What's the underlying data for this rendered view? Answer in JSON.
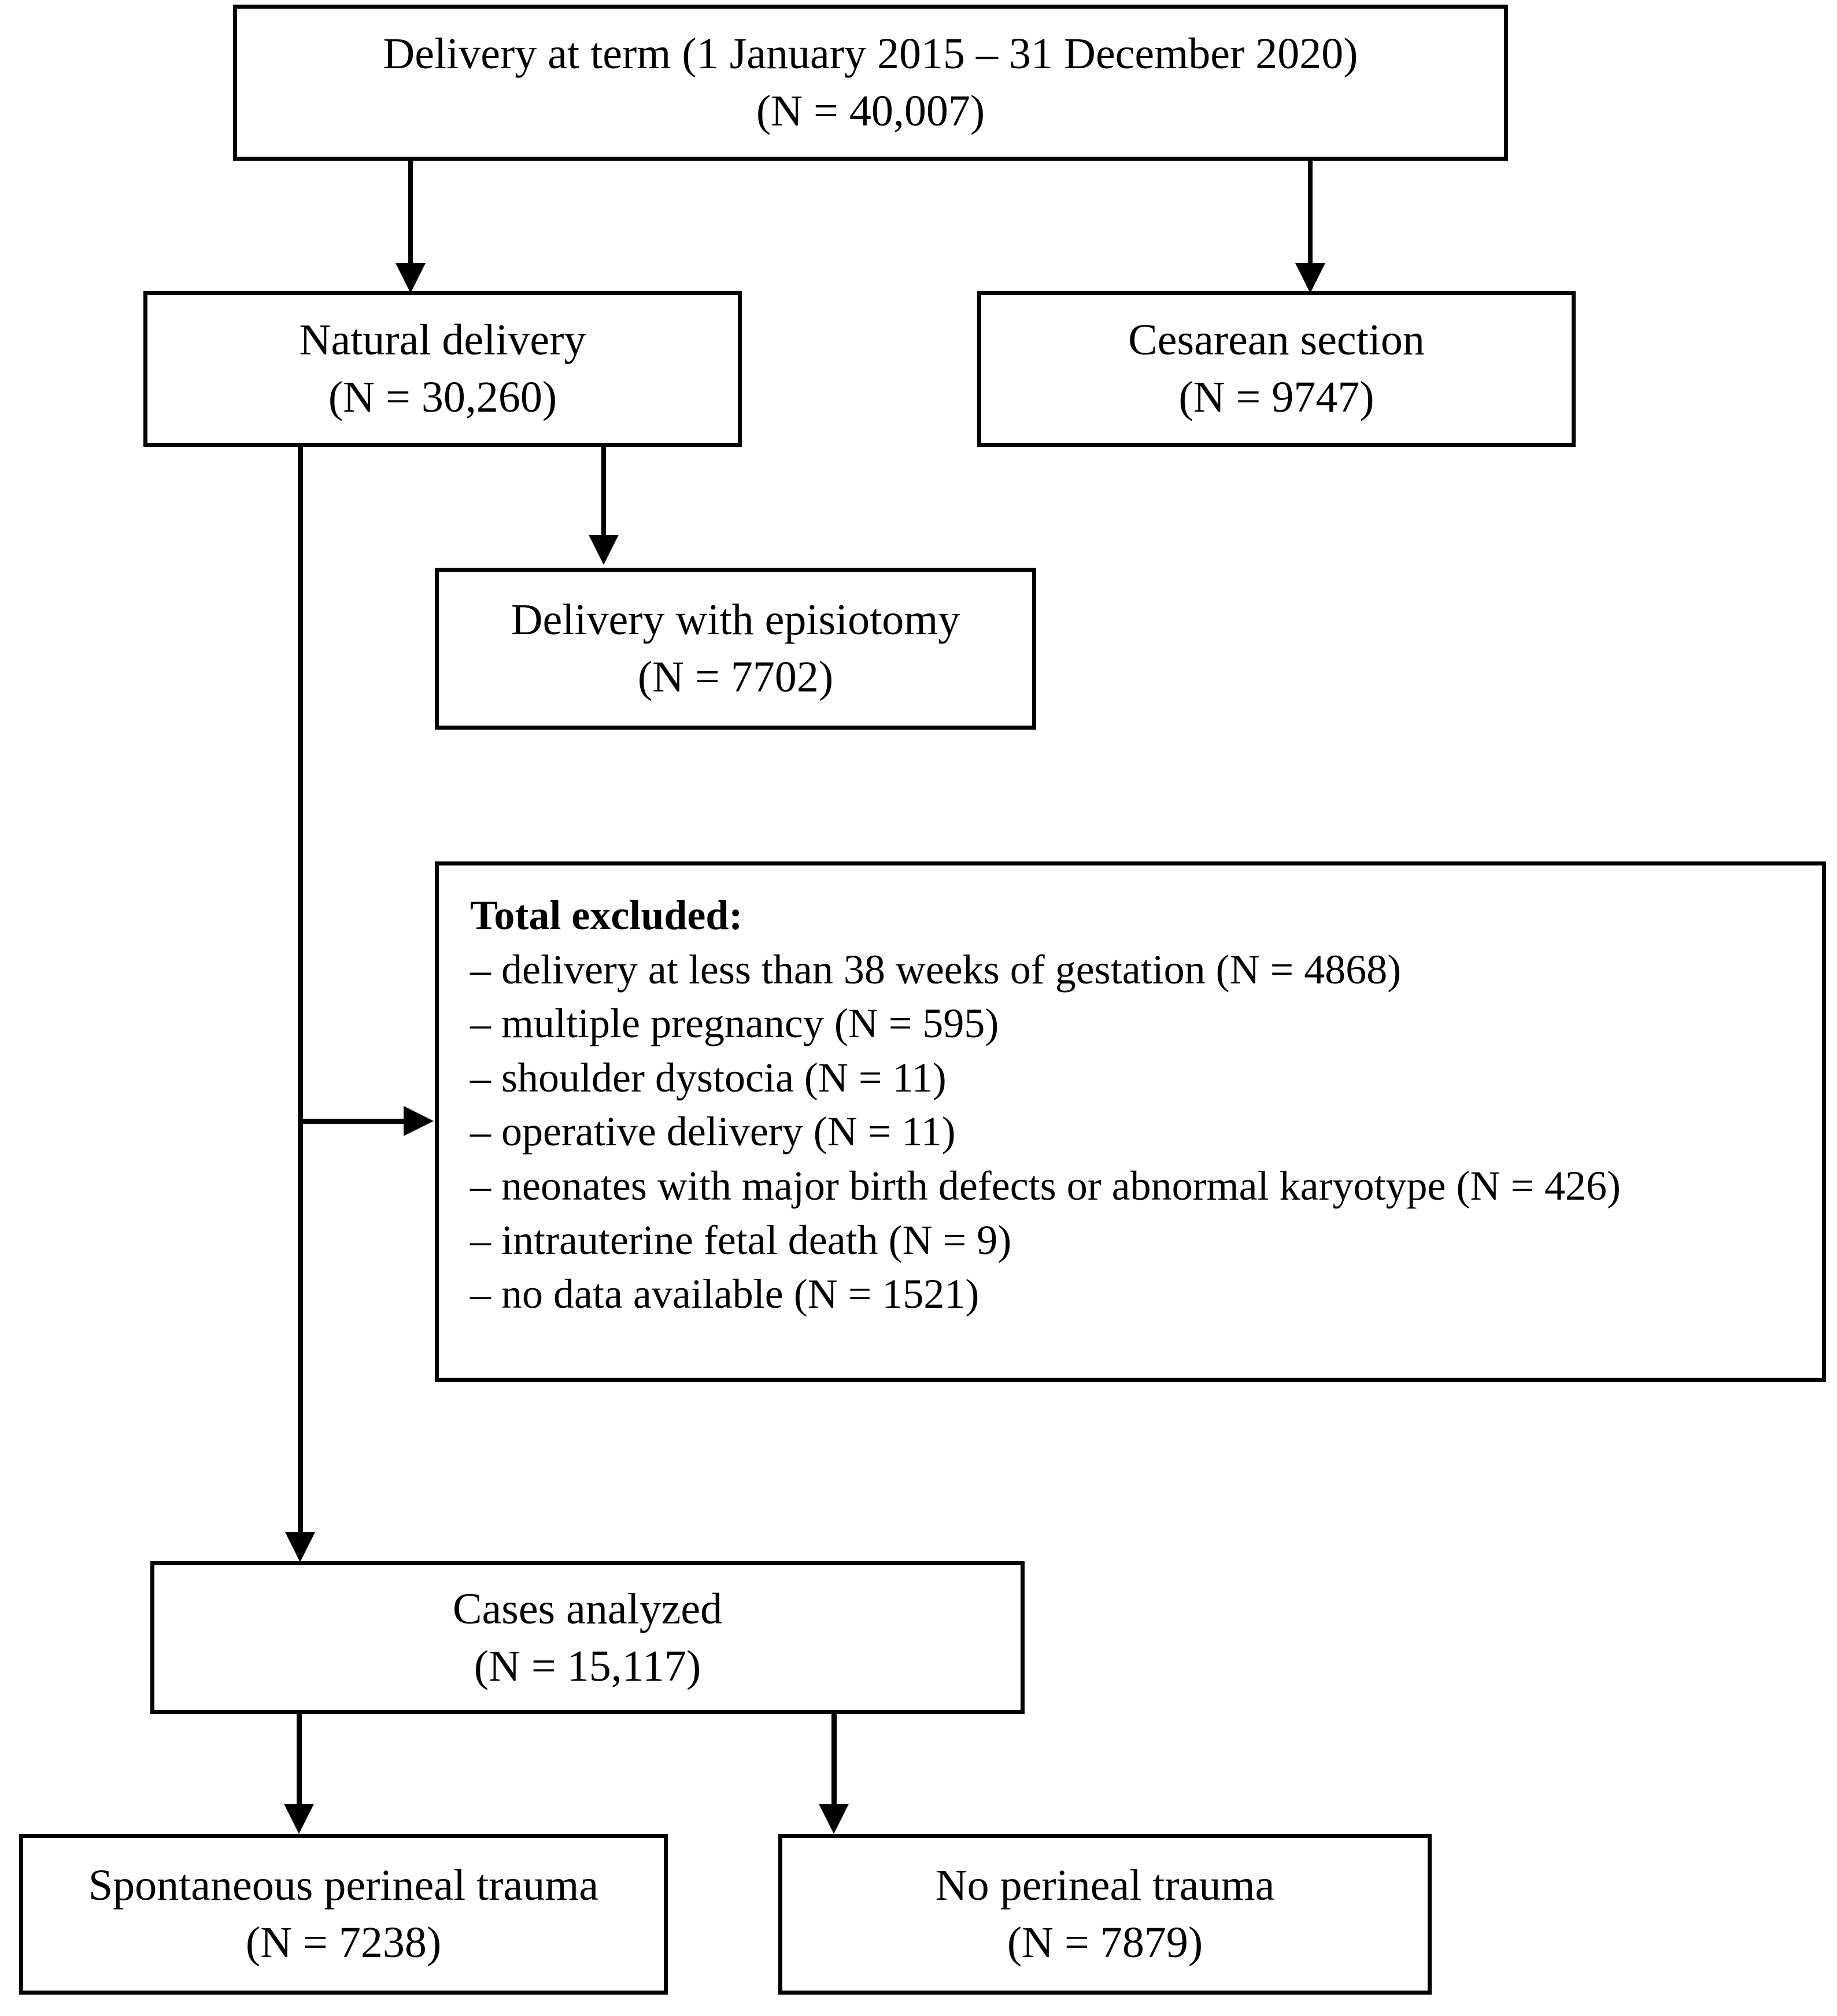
{
  "diagram": {
    "title": "Study flow diagram of delivery cohort",
    "type": "flowchart",
    "nodes": {
      "delivery_at_term": {
        "line1": "Delivery at term (1 January 2015 – 31 December  2020)",
        "line2": "(N = 40,007)"
      },
      "natural_delivery": {
        "line1": "Natural delivery",
        "line2": "(N = 30,260)"
      },
      "cesarean_section": {
        "line1": "Cesarean section",
        "line2": "(N = 9747)"
      },
      "delivery_with_episiotomy": {
        "line1": "Delivery with episiotomy",
        "line2": "(N = 7702)"
      },
      "total_excluded": {
        "title": "Total excluded:",
        "items": [
          "– delivery at less than 38 weeks of gestation (N = 4868)",
          "– multiple pregnancy (N = 595)",
          "– shoulder dystocia (N = 11)",
          "– operative delivery (N = 11)",
          "– neonates with major birth defects or abnormal karyotype (N = 426)",
          "– intrauterine fetal death (N = 9)",
          "– no data available (N = 1521)"
        ]
      },
      "cases_analyzed": {
        "line1": "Cases analyzed",
        "line2": "(N = 15,117)"
      },
      "spontaneous_perineal_trauma": {
        "line1": "Spontaneous perineal trauma",
        "line2": "(N = 7238)"
      },
      "no_perineal_trauma": {
        "line1": "No perineal trauma",
        "line2": "(N = 7879)"
      }
    },
    "colors": {
      "stroke": "#000000",
      "background": "#ffffff",
      "text": "#000000"
    }
  }
}
